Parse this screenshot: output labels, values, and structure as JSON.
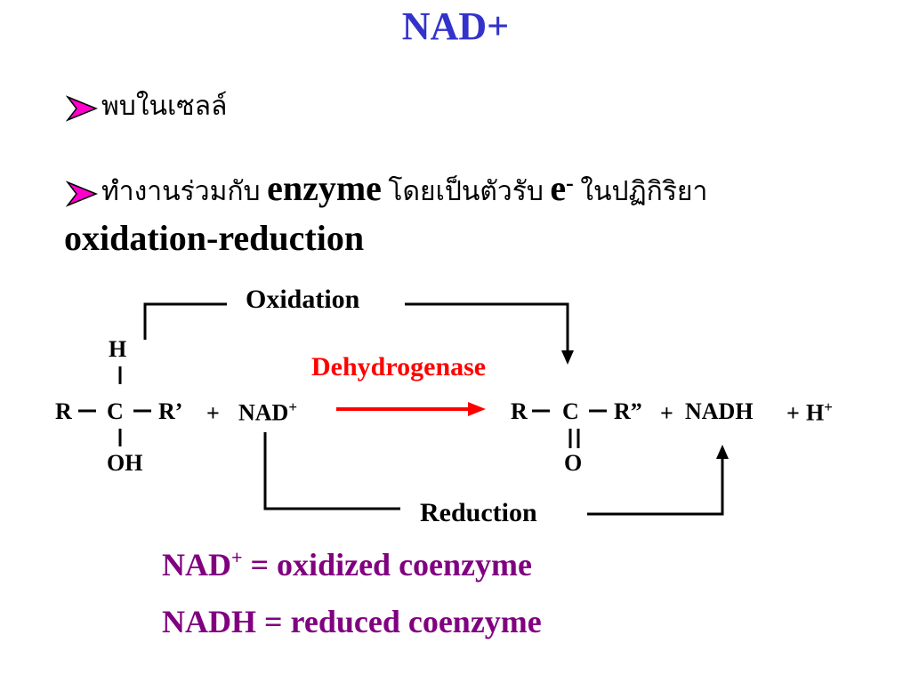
{
  "slide": {
    "title": "NAD+",
    "bullet1": "พบในเซลล์",
    "bullet2_pre": "ทำงานร่วมกับ",
    "bullet2_enzyme": "enzyme",
    "bullet2_mid": "โดยเป็นตัวรับ",
    "bullet2_e": "e",
    "bullet2_esup": "-",
    "bullet2_post": "ในปฏิกิริยา",
    "bullet2_line2": "oxidation-reduction"
  },
  "diagram": {
    "oxidation_label": "Oxidation",
    "reduction_label": "Reduction",
    "enzyme_label": "Dehydrogenase",
    "left": {
      "H": "H",
      "R": "R",
      "C": "C",
      "Rprime": "R’",
      "plus": "+",
      "NAD": "NAD",
      "NAD_sup": "+",
      "OH": "OH"
    },
    "right": {
      "R": "R",
      "C": "C",
      "Rdouble": "R”",
      "plus1": "+",
      "NADH": "NADH",
      "plus2": "+",
      "H": "H",
      "H_sup": "+",
      "O": "O"
    },
    "colors": {
      "arrow": "#ff0000",
      "lines": "#000000"
    }
  },
  "definitions": {
    "nad_text": "NAD",
    "nad_sup": "+",
    "nad_rest": " = oxidized coenzyme",
    "nadh_text": "NADH = reduced coenzyme"
  }
}
